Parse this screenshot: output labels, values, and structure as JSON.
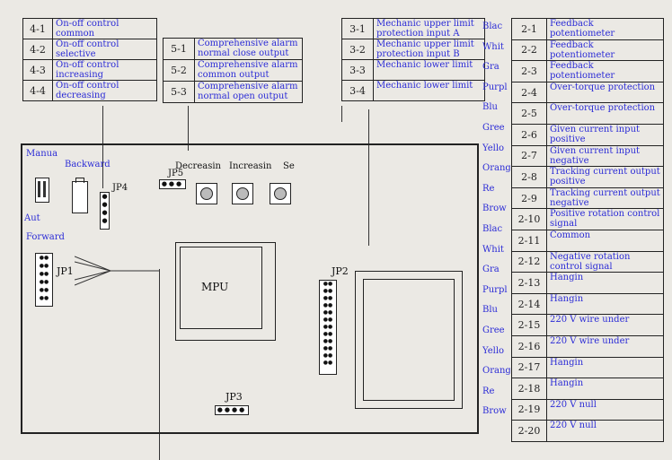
{
  "table4": [
    {
      "num": "4-1",
      "label": "On-off control common"
    },
    {
      "num": "4-2",
      "label": "On-off control selective"
    },
    {
      "num": "4-3",
      "label": "On-off control increasing"
    },
    {
      "num": "4-4",
      "label": "On-off control decreasing"
    }
  ],
  "table5": [
    {
      "num": "5-1",
      "label": "Comprehensive alarm normal close output"
    },
    {
      "num": "5-2",
      "label": "Comprehensive alarm common output"
    },
    {
      "num": "5-3",
      "label": "Comprehensive alarm normal open output"
    }
  ],
  "table3": [
    {
      "num": "3-1",
      "label": "Mechanic upper limit protection input A"
    },
    {
      "num": "3-2",
      "label": "Mechanic upper limit protection input B"
    },
    {
      "num": "3-3",
      "label": "Mechanic lower limit"
    },
    {
      "num": "3-4",
      "label": "Mechanic lower limit"
    }
  ],
  "table2": [
    {
      "wire": "Blac",
      "num": "2-1",
      "label": "Feedback potentiometer"
    },
    {
      "wire": "Whit",
      "num": "2-2",
      "label": "Feedback potentiometer"
    },
    {
      "wire": "Gra",
      "num": "2-3",
      "label": "Feedback potentiometer"
    },
    {
      "wire": "Purpl",
      "num": "2-4",
      "label": "Over-torque protection"
    },
    {
      "wire": "Blu",
      "num": "2-5",
      "label": "Over-torque protection"
    },
    {
      "wire": "Gree",
      "num": "2-6",
      "label": "Given current input positive"
    },
    {
      "wire": "Yello",
      "num": "2-7",
      "label": "Given current input negative"
    },
    {
      "wire": "Orang",
      "num": "2-8",
      "label": "Tracking current output positive"
    },
    {
      "wire": "Re",
      "num": "2-9",
      "label": "Tracking current output negative"
    },
    {
      "wire": "Brow",
      "num": "2-10",
      "label": "Positive rotation control signal"
    },
    {
      "wire": "Blac",
      "num": "2-11",
      "label": "Common"
    },
    {
      "wire": "Whit",
      "num": "2-12",
      "label": "Negative rotation control signal"
    },
    {
      "wire": "Gra",
      "num": "2-13",
      "label": "Hangin"
    },
    {
      "wire": "Purpl",
      "num": "2-14",
      "label": "Hangin"
    },
    {
      "wire": "Blu",
      "num": "2-15",
      "label": "220 V wire under"
    },
    {
      "wire": "Gree",
      "num": "2-16",
      "label": "220 V wire under"
    },
    {
      "wire": "Yello",
      "num": "2-17",
      "label": "Hangin"
    },
    {
      "wire": "Orang",
      "num": "2-18",
      "label": "Hangin"
    },
    {
      "wire": "Re",
      "num": "2-19",
      "label": "220 V null"
    },
    {
      "wire": "Brow",
      "num": "2-20",
      "label": "220 V null"
    }
  ],
  "board": {
    "manual": "Manua",
    "backward": "Backward",
    "auto": "Aut",
    "forward": "Forward",
    "jp1": "JP1",
    "jp2": "JP2",
    "jp3": "JP3",
    "jp4": "JP4",
    "jp5": "JP5",
    "mpu": "MPU",
    "decrease": "Decreasin",
    "increase": "Increasin",
    "set": "Se"
  }
}
